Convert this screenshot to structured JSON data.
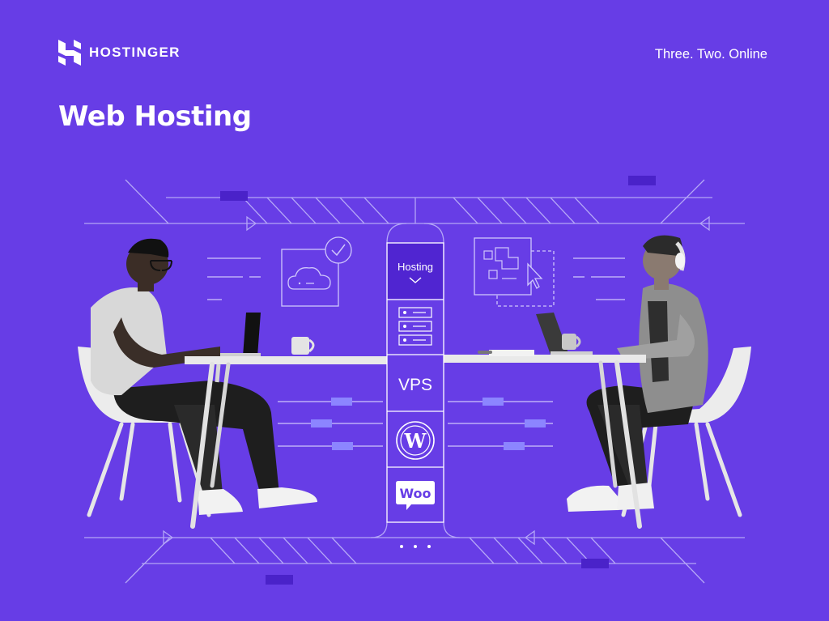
{
  "brand": {
    "name": "HOSTINGER",
    "logo_icon": "hostinger-h-logo"
  },
  "tagline": "Three. Two. Online",
  "title": "Web Hosting",
  "center_column": {
    "hosting_label": "Hosting",
    "hosting_icon": "chevron-down-icon",
    "server_icon": "server-rack-icon",
    "vps_label": "VPS",
    "wordpress_icon": "wordpress-logo-icon",
    "woo_label": "Woo"
  },
  "colors": {
    "background": "#673de6",
    "accent": "#ffffff",
    "dark_accent": "#4a22c9",
    "light_accent": "#8c85ff"
  }
}
